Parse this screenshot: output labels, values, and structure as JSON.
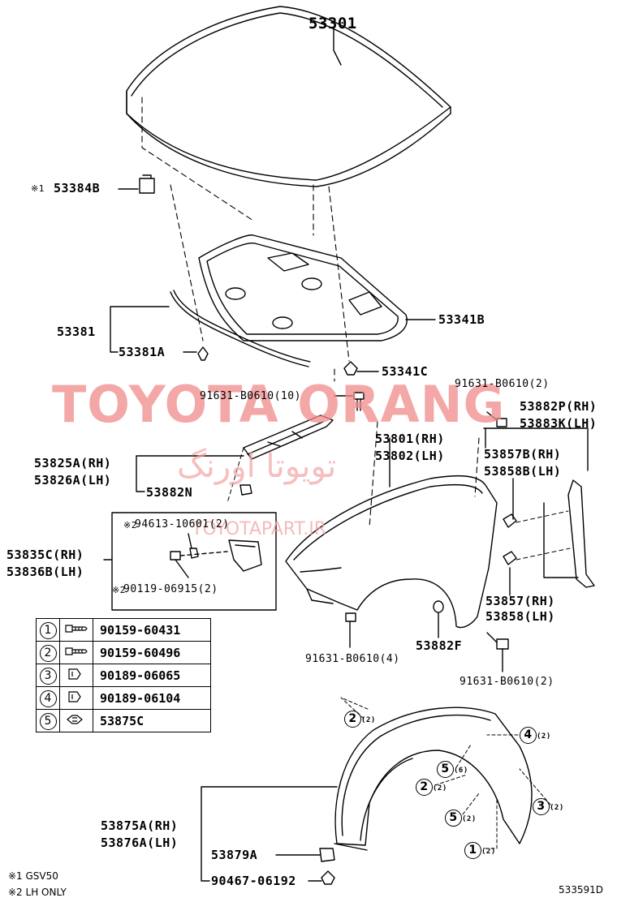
{
  "diagram": {
    "code": "533591D",
    "notes": {
      "n1": "※1 GSV50",
      "n2": "※2 LH ONLY"
    },
    "parts": {
      "hood": "53301",
      "hood_cushion_mark": "※1",
      "hood_cushion": "53384B",
      "hood_insulator": "53341B",
      "insulator_clip": "53341C",
      "seal": "53381",
      "seal_clip": "53381A",
      "bolt_10": "91631-B0610(10)",
      "bolt_top_right": "91631-B0610(2)",
      "seal_rh": "53882P(RH)",
      "seal_lh": "53883K(LH)",
      "fender_rh": "53801(RH)",
      "fender_lh": "53802(LH)",
      "liner_seal_rh": "53857B(RH)",
      "liner_seal_lh": "53858B(LH)",
      "bracket_rh": "53825A(RH)",
      "bracket_lh": "53826A(LH)",
      "clip_n": "53882N",
      "nut_lh_mark": "※2",
      "nut_lh": "94613-10601(2)",
      "screw_lh_mark": "※2",
      "screw_lh": "90119-06915(2)",
      "bracket2_rh": "53835C(RH)",
      "bracket2_lh": "53836B(LH)",
      "side_seal_rh": "53857(RH)",
      "side_seal_lh": "53858(LH)",
      "pad": "53882F",
      "bolt_4": "91631-B0610(4)",
      "bolt_bottom_right": "91631-B0610(2)",
      "liner_rh": "53875A(RH)",
      "liner_lh": "53876A(LH)",
      "liner_clip": "53879A",
      "liner_rivet": "90467-06192"
    },
    "legend": [
      {
        "num": "1",
        "part": "90159-60431",
        "icon": "screw-icon"
      },
      {
        "num": "2",
        "part": "90159-60496",
        "icon": "screw-icon"
      },
      {
        "num": "3",
        "part": "90189-06065",
        "icon": "clip-icon"
      },
      {
        "num": "4",
        "part": "90189-06104",
        "icon": "clip-icon"
      },
      {
        "num": "5",
        "part": "53875C",
        "icon": "clip-icon"
      }
    ],
    "callouts": [
      {
        "num": "2",
        "qty": "(2)"
      },
      {
        "num": "4",
        "qty": "(2)"
      },
      {
        "num": "5",
        "qty": "(6)"
      },
      {
        "num": "2",
        "qty": "(2)"
      },
      {
        "num": "3",
        "qty": "(2)"
      },
      {
        "num": "5",
        "qty": "(2)"
      },
      {
        "num": "1",
        "qty": "(2)"
      }
    ]
  },
  "watermark": {
    "main": "TOYOTA ORANG",
    "fa": "تویوتا اورنگ",
    "url": "TOYOTAPART.IR"
  }
}
